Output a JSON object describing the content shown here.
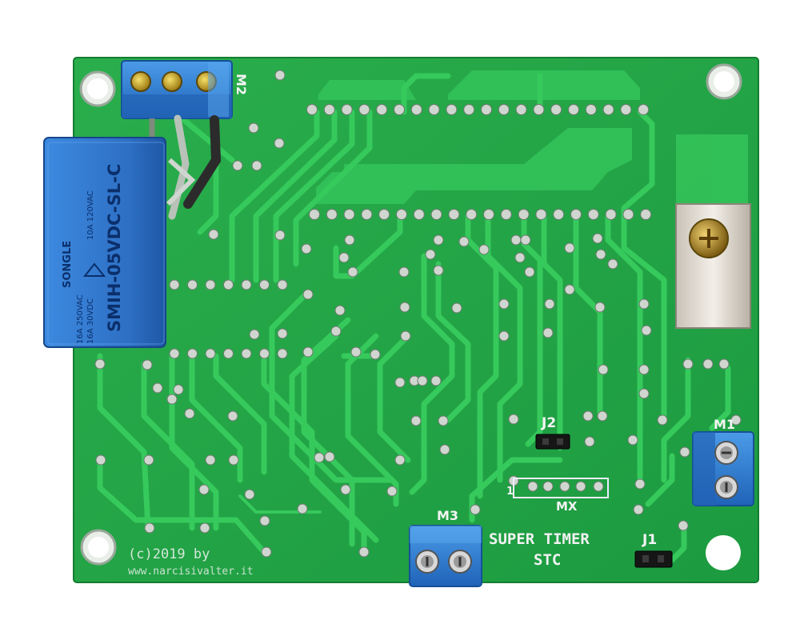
{
  "board": {
    "footer_line1": "(c)2019 by",
    "footer_line2": "www.narcisivalter.it",
    "title_line1": "SUPER TIMER",
    "title_line2": "STC"
  },
  "labels": {
    "m1": "M1",
    "m2": "M2",
    "m3": "M3",
    "j1": "J1",
    "j2": "J2",
    "mx": "MX",
    "pin1": "1"
  },
  "relay": {
    "model": "SMIH-05VDC-SL-C",
    "brand": "SONGLE",
    "rating1": "16A 250VAC",
    "rating2": "16A 30VDC",
    "rating3": "10A 120VAC"
  },
  "colors": {
    "board": "#1fa547",
    "relay": "#2f74c9",
    "terminal": "#2e7fd1"
  }
}
